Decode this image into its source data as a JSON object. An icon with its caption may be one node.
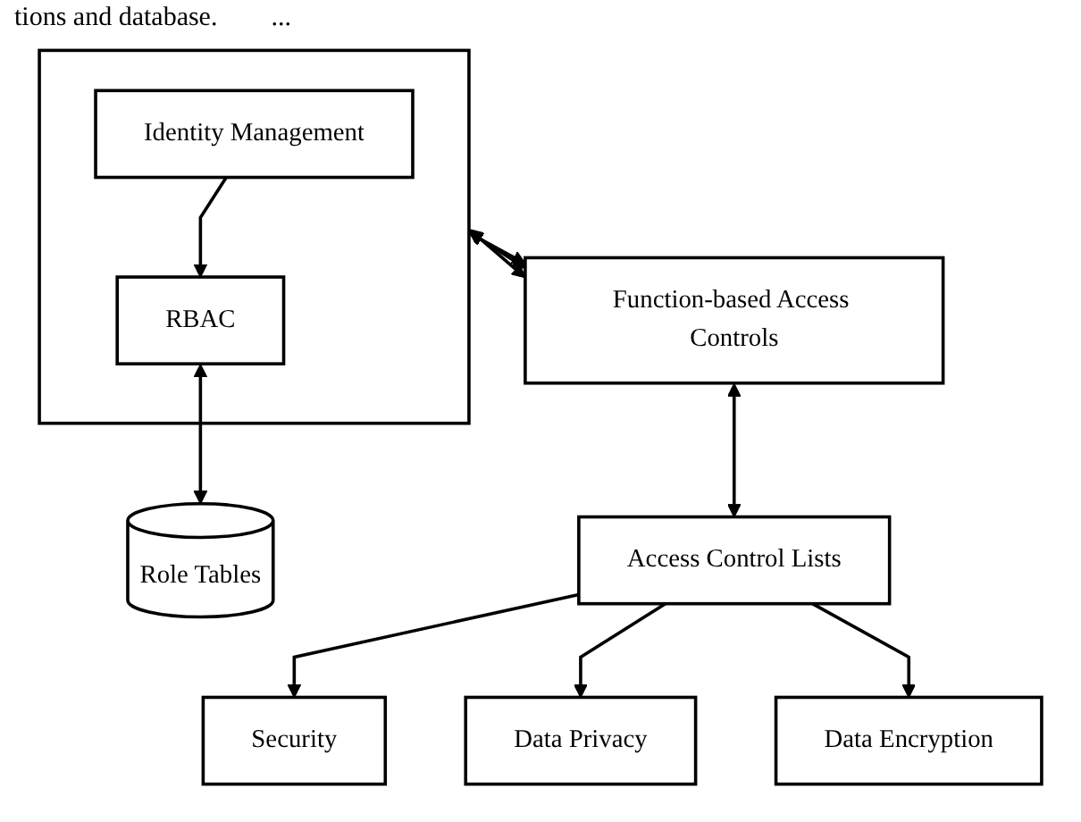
{
  "diagram": {
    "nodes": [
      {
        "text": [],
        "shape": "box"
      },
      {
        "text": [
          "Identity Management"
        ],
        "in": 0
      },
      {
        "text": [
          "RBAC"
        ],
        "in": 0
      },
      {
        "text": [
          "Role Tables"
        ]
      },
      {
        "text": [
          "Function-based Access Controls"
        ]
      },
      {
        "text": [
          "Access Control Lists"
        ]
      },
      {
        "text": [
          "Security"
        ]
      },
      {
        "text": [
          "Data Privacy"
        ]
      },
      {
        "text": [
          "Data Encryption"
        ]
      }
    ],
    "edges": [
      {
        "from": 1,
        "to": 2,
        "arrow": "to"
      },
      {
        "from": 2,
        "to": 3,
        "arrow": "both"
      },
      {
        "from": 0,
        "to": 4,
        "arrow": "both"
      },
      {
        "from": 0,
        "to": 4,
        "arrow": "both"
      },
      {
        "from": 0,
        "to": 4,
        "arrow": "both"
      },
      {
        "from": 4,
        "to": 5,
        "arrow": "both"
      },
      {
        "from": 5,
        "to": 6,
        "arrow": "to"
      },
      {
        "from": 5,
        "to": 7,
        "arrow": "to"
      },
      {
        "from": 5,
        "to": 8,
        "arrow": "to"
      }
    ],
    "labels": [
      "tions and database.",
      "..."
    ]
  }
}
